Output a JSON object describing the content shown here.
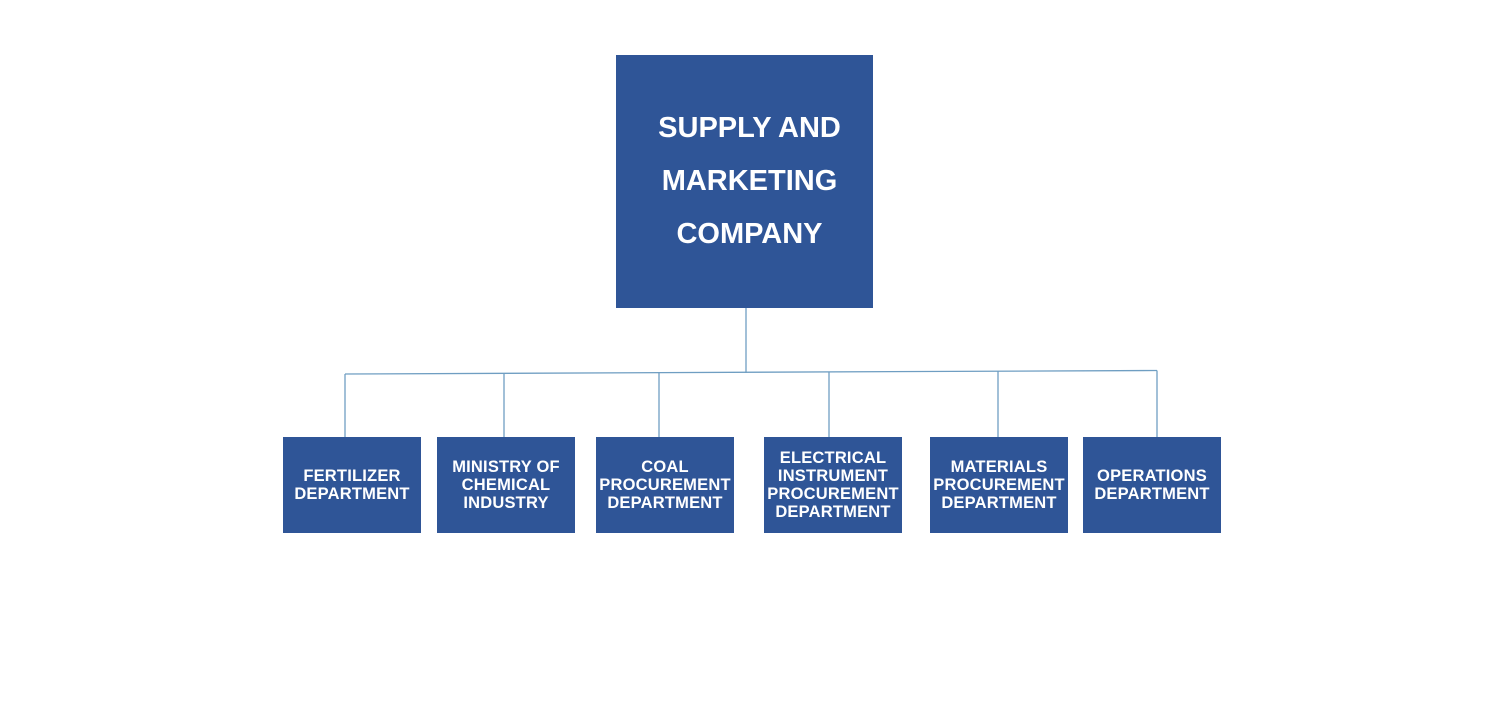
{
  "diagram": {
    "type": "org-chart",
    "colors": {
      "box_fill": "#2f5597",
      "box_text": "#ffffff",
      "connector": "#6f9ec2"
    },
    "root": {
      "label": "SUPPLY AND MARKETING COMPANY"
    },
    "children": [
      {
        "label": "FERTILIZER\nDEPARTMENT"
      },
      {
        "label": "MINISTRY OF\nCHEMICAL\nINDUSTRY"
      },
      {
        "label": "COAL\nPROCUREMENT\nDEPARTMENT"
      },
      {
        "label": "ELECTRICAL\nINSTRUMENT\nPROCUREMENT\nDEPARTMENT"
      },
      {
        "label": "MATERIALS\nPROCUREMENT\nDEPARTMENT"
      },
      {
        "label": "OPERATIONS\nDEPARTMENT"
      }
    ],
    "edges": [
      {
        "from": "root",
        "to": 0
      },
      {
        "from": "root",
        "to": 1
      },
      {
        "from": "root",
        "to": 2
      },
      {
        "from": "root",
        "to": 3
      },
      {
        "from": "root",
        "to": 4
      },
      {
        "from": "root",
        "to": 5
      }
    ]
  }
}
